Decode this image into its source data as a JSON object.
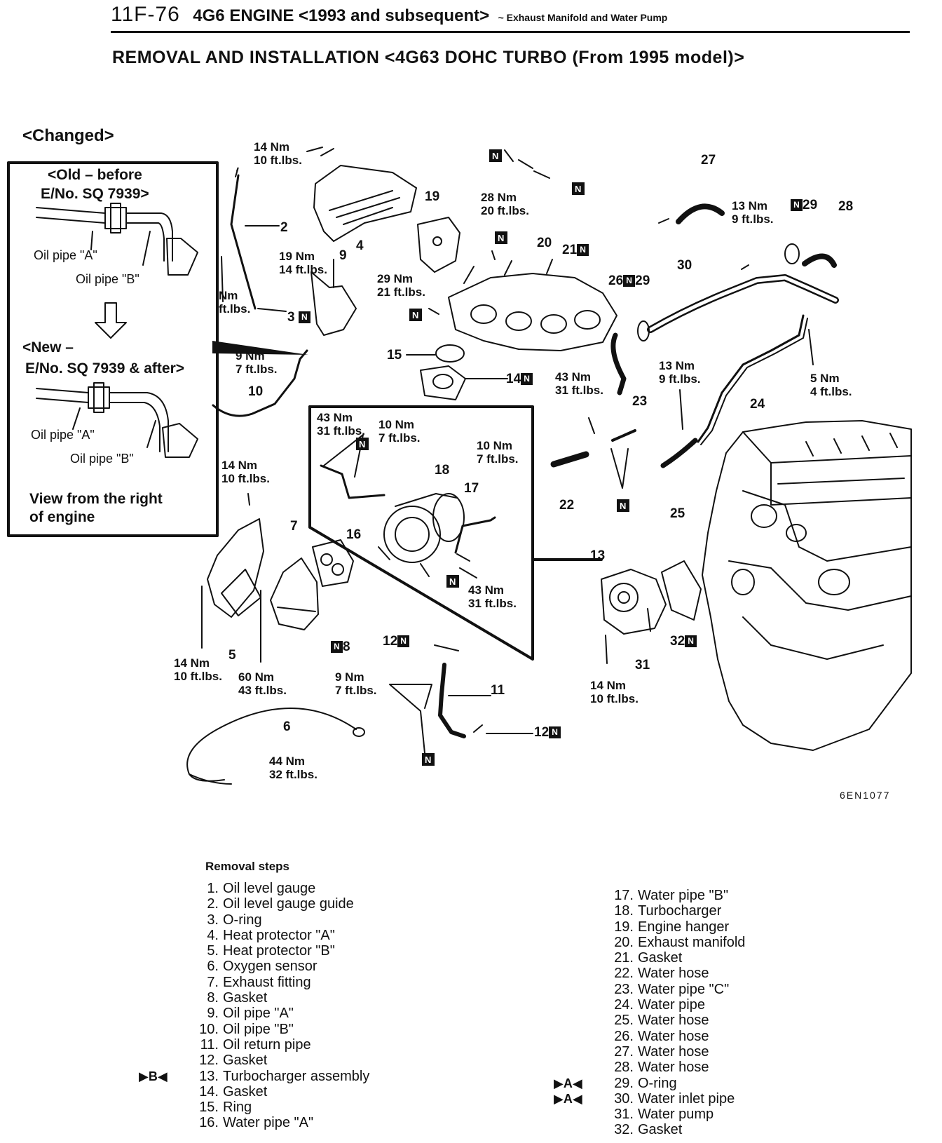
{
  "header": {
    "page_number": "11F-76",
    "engine": "4G6 ENGINE <1993 and subsequent>",
    "section": "~ Exhaust Manifold and Water Pump"
  },
  "title": "REMOVAL AND INSTALLATION <4G63 DOHC TURBO (From 1995 model)>",
  "changed_label": "<Changed>",
  "inset": {
    "old_label": "<Old – before",
    "old_label_2": "E/No. SQ 7939>",
    "new_label": "<New –",
    "new_label_2": "E/No. SQ 7939 & after>",
    "oil_pipe_a": "Oil pipe \"A\"",
    "oil_pipe_b": "Oil pipe \"B\"",
    "view_note_1": "View from the right",
    "view_note_2": "of engine"
  },
  "nbox": "N",
  "figure_code": "6EN1077",
  "torque": {
    "t1": [
      "14 Nm",
      "10 ft.lbs."
    ],
    "t2": [
      "28 Nm",
      "20 ft.lbs."
    ],
    "t3": [
      "13 Nm",
      "9 ft.lbs."
    ],
    "t4": [
      "19 Nm",
      "14 ft.lbs."
    ],
    "t5": [
      "29 Nm",
      "21 ft.lbs."
    ],
    "t6": [
      "Nm",
      "ft.lbs."
    ],
    "t7": [
      "9 Nm",
      "7 ft.lbs."
    ],
    "t8": [
      "43 Nm",
      "31 ft.lbs."
    ],
    "t9": [
      "13 Nm",
      "9 ft.lbs."
    ],
    "t10": [
      "5 Nm",
      "4 ft.lbs."
    ],
    "t11": [
      "43 Nm",
      "31 ft.lbs."
    ],
    "t12": [
      "10 Nm",
      "7 ft.lbs."
    ],
    "t13": [
      "10 Nm",
      "7 ft.lbs."
    ],
    "t14": [
      "14 Nm",
      "10 ft.lbs."
    ],
    "t15": [
      "43 Nm",
      "31 ft.lbs."
    ],
    "t16": [
      "14 Nm",
      "10 ft.lbs."
    ],
    "t17": [
      "60 Nm",
      "43 ft.lbs."
    ],
    "t18": [
      "9 Nm",
      "7 ft.lbs."
    ],
    "t19": [
      "44 Nm",
      "32 ft.lbs."
    ],
    "t20": [
      "14 Nm",
      "10 ft.lbs."
    ]
  },
  "callouts": [
    "2",
    "3",
    "4",
    "5",
    "6",
    "7",
    "8",
    "9",
    "10",
    "11",
    "12",
    "12",
    "13",
    "14",
    "15",
    "16",
    "17",
    "18",
    "19",
    "20",
    "21",
    "22",
    "23",
    "24",
    "25",
    "26",
    "27",
    "28",
    "29",
    "29",
    "30",
    "31",
    "32"
  ],
  "removal_steps": {
    "heading": "Removal steps",
    "col1": [
      {
        "n": "1.",
        "t": "Oil level gauge"
      },
      {
        "n": "2.",
        "t": "Oil level gauge guide"
      },
      {
        "n": "3.",
        "t": "O-ring"
      },
      {
        "n": "4.",
        "t": "Heat protector \"A\""
      },
      {
        "n": "5.",
        "t": "Heat protector \"B\""
      },
      {
        "n": "6.",
        "t": "Oxygen sensor"
      },
      {
        "n": "7.",
        "t": "Exhaust fitting"
      },
      {
        "n": "8.",
        "t": "Gasket"
      },
      {
        "n": "9.",
        "t": "Oil pipe \"A\""
      },
      {
        "n": "10.",
        "t": "Oil pipe \"B\""
      },
      {
        "n": "11.",
        "t": "Oil return pipe"
      },
      {
        "n": "12.",
        "t": "Gasket"
      },
      {
        "n": "13.",
        "t": "Turbocharger assembly",
        "m": "▶B◀"
      },
      {
        "n": "14.",
        "t": "Gasket"
      },
      {
        "n": "15.",
        "t": "Ring"
      },
      {
        "n": "16.",
        "t": "Water pipe \"A\""
      }
    ],
    "col2": [
      {
        "n": "17.",
        "t": "Water pipe \"B\""
      },
      {
        "n": "18.",
        "t": "Turbocharger"
      },
      {
        "n": "19.",
        "t": "Engine hanger"
      },
      {
        "n": "20.",
        "t": "Exhaust manifold"
      },
      {
        "n": "21.",
        "t": "Gasket"
      },
      {
        "n": "22.",
        "t": "Water hose"
      },
      {
        "n": "23.",
        "t": "Water pipe \"C\""
      },
      {
        "n": "24.",
        "t": "Water pipe"
      },
      {
        "n": "25.",
        "t": "Water hose"
      },
      {
        "n": "26.",
        "t": "Water hose"
      },
      {
        "n": "27.",
        "t": "Water hose"
      },
      {
        "n": "28.",
        "t": "Water hose"
      },
      {
        "n": "29.",
        "t": "O-ring",
        "m": "▶A◀"
      },
      {
        "n": "30.",
        "t": "Water inlet pipe",
        "m": "▶A◀"
      },
      {
        "n": "31.",
        "t": "Water pump"
      },
      {
        "n": "32.",
        "t": "Gasket"
      }
    ]
  }
}
